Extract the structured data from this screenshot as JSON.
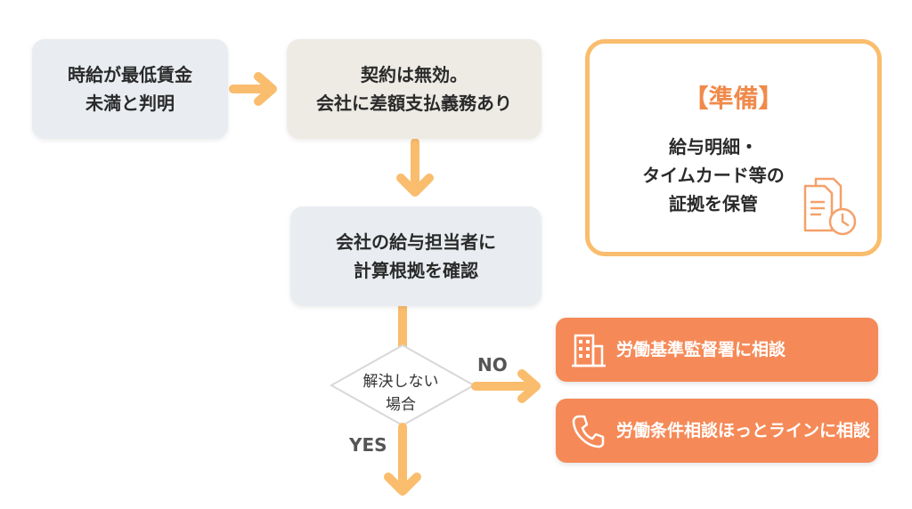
{
  "nodes": {
    "minimum_wage": {
      "line1": "時給が最低賃金",
      "line2": "未満と判明"
    },
    "contract": {
      "line1": "契約は無効。",
      "line2": "会社に差額支払義務あり"
    },
    "check": {
      "line1": "会社の給与担当者に",
      "line2": "計算根拠を確認"
    },
    "decision": {
      "line1": "解決しない",
      "line2": "場合"
    }
  },
  "edges": {
    "no_label": "NO",
    "yes_label": "YES"
  },
  "preparation": {
    "title": "【準備】",
    "line1": "給与明細・",
    "line2": "タイムカード等の",
    "line3": "証拠を保管",
    "icon": "document-clock-icon"
  },
  "actions": [
    {
      "label": "労働基準監督署に相談",
      "icon": "building-icon"
    },
    {
      "label": "労働条件相談ほっとラインに相談",
      "icon": "phone-icon"
    }
  ],
  "colors": {
    "arrow": "#f9bd6d",
    "action_bg": "#f58a58",
    "prep_border": "#f9bd6d",
    "prep_title": "#f08a4b",
    "step_bg": "#e9edf1",
    "contract_bg": "#eeebe5"
  }
}
